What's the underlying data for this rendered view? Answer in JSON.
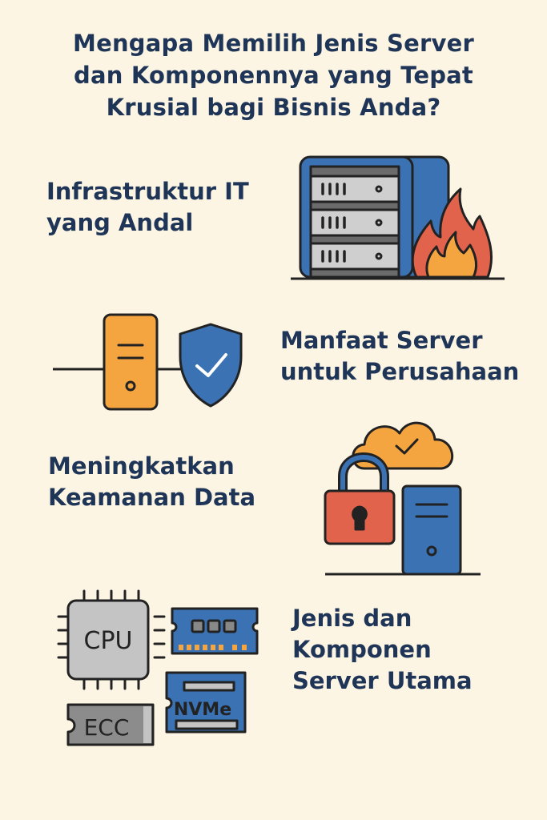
{
  "title": {
    "line1": "Mengapa Memilih Jenis Server",
    "line2": "dan Komponennya yang Tepat",
    "line3": "Krusial bagi Bisnis Anda?"
  },
  "sections": [
    {
      "line1": "Infrastruktur IT",
      "line2": "yang Andal",
      "icon": "server-rack-fire-icon"
    },
    {
      "line1": "Manfaat Server",
      "line2": "untuk Perusahaan",
      "icon": "server-shield-icon"
    },
    {
      "line1": "Meningkatkan",
      "line2": "Keamanan Data",
      "icon": "lock-cloud-server-icon"
    },
    {
      "line1": "Jenis dan",
      "line2": "Komponen",
      "line3": "Server Utama",
      "icon": "hardware-components-icon"
    }
  ],
  "components": {
    "cpu": "CPU",
    "ecc": "ECC",
    "nvme": "NVMe"
  },
  "colors": {
    "background": "#fdf5e4",
    "text": "#1f3557",
    "blue": "#3b72b4",
    "orange": "#f5a540",
    "red": "#e2634b",
    "gray": "#c4c4c4"
  }
}
